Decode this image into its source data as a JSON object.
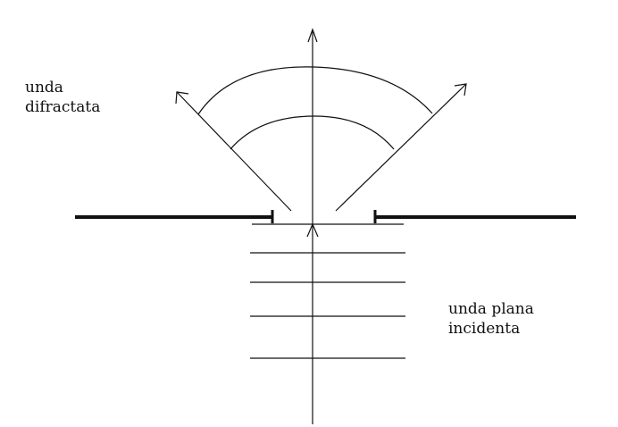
{
  "labels": {
    "diffracted_wave_line1": "unda",
    "diffracted_wave_line2": "difractata",
    "incident_wave_line1": "unda plana",
    "incident_wave_line2": "incidenta"
  },
  "colors": {
    "stroke": "#111111",
    "background": "#ffffff"
  }
}
